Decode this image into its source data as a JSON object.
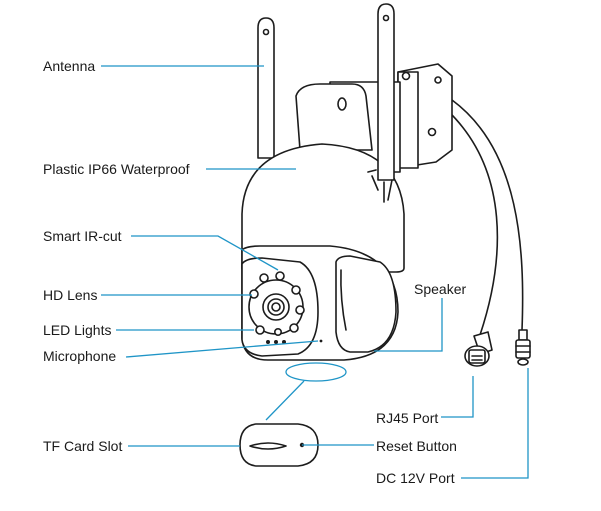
{
  "labels": {
    "antenna": "Antenna",
    "plastic": "Plastic IP66 Waterproof",
    "smart_ir": "Smart IR-cut",
    "hd_lens": "HD Lens",
    "led_lights": "LED Lights",
    "microphone": "Microphone",
    "tf_card": "TF Card Slot",
    "speaker": "Speaker",
    "rj45": "RJ45 Port",
    "reset": "Reset Button",
    "dc12v": "DC 12V  Port"
  },
  "colors": {
    "leader": "#1f95c7",
    "ink": "#1c1c1c",
    "background": "#ffffff"
  }
}
